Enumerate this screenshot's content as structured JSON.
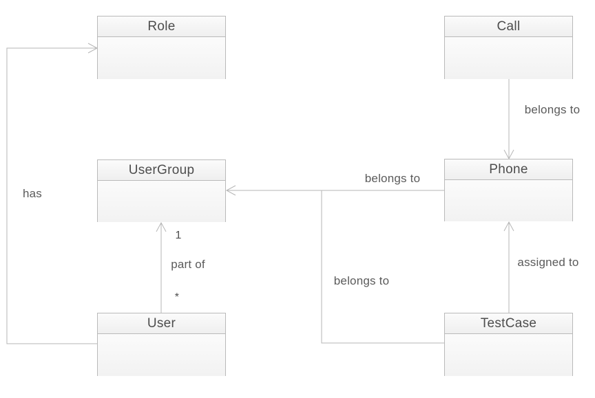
{
  "diagram": {
    "type": "uml-class-diagram",
    "entities": {
      "role": {
        "label": "Role"
      },
      "call": {
        "label": "Call"
      },
      "usergroup": {
        "label": "UserGroup"
      },
      "phone": {
        "label": "Phone"
      },
      "user": {
        "label": "User"
      },
      "testcase": {
        "label": "TestCase"
      }
    },
    "edges": {
      "call_phone": {
        "from": "Call",
        "to": "Phone",
        "label": "belongs to"
      },
      "phone_usergroup": {
        "from": "Phone",
        "to": "UserGroup",
        "label": "belongs to"
      },
      "testcase_usergroup": {
        "from": "TestCase",
        "to": "UserGroup",
        "label": "belongs to"
      },
      "testcase_phone": {
        "from": "TestCase",
        "to": "Phone",
        "label": "assigned to"
      },
      "user_usergroup": {
        "from": "User",
        "to": "UserGroup",
        "label": "part of",
        "target_multiplicity": "1",
        "source_multiplicity": "*"
      },
      "user_role": {
        "from": "User",
        "to": "Role",
        "label": "has"
      }
    },
    "colors": {
      "background": "#ffffff",
      "box_border": "#b9b9b9",
      "box_fill_top": "#fcfcfc",
      "box_fill_bottom": "#f2f2f2",
      "connector": "#b5b5b5",
      "title_text": "#4d4d4d",
      "label_text": "#5a5a5a"
    }
  }
}
